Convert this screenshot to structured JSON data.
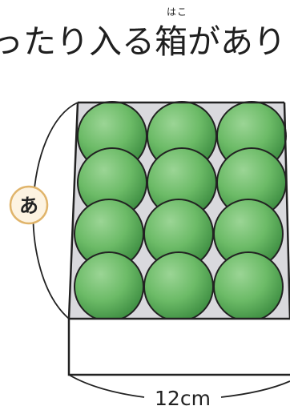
{
  "sentence": {
    "text": "ったり入る箱があり",
    "ruby": "はこ"
  },
  "diagram": {
    "side_marker": "あ",
    "width_label": "12cm",
    "ball_rows": 4,
    "ball_cols": 3,
    "colors": {
      "ball": "#6fbf6a",
      "ball_dark": "#3f8f43",
      "box_floor": "#d8d8dc",
      "stroke": "#222222",
      "badge_fill": "#fdf3e1",
      "badge_stroke": "#e0b46a"
    }
  }
}
